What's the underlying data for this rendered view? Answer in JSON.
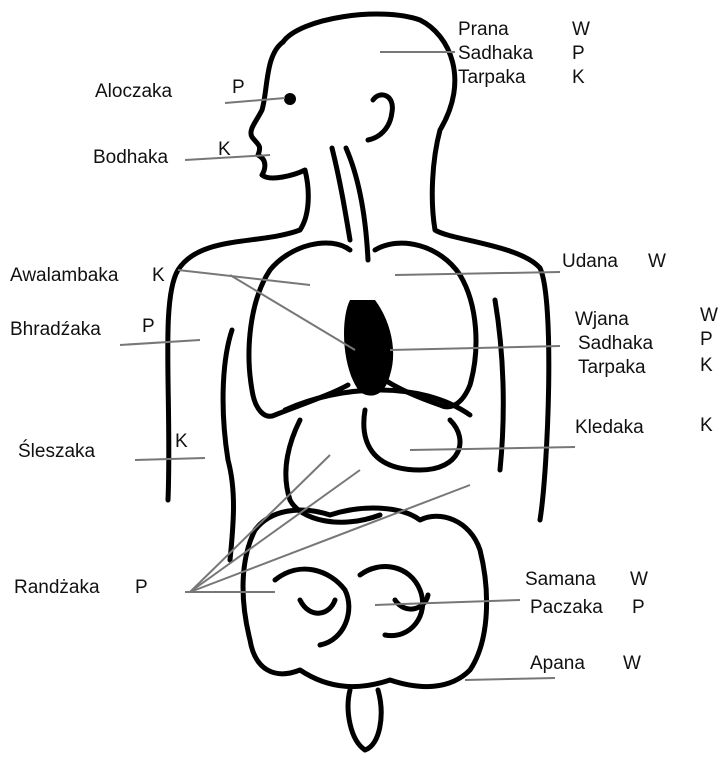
{
  "colors": {
    "outline": "#000000",
    "leader": "#777777",
    "text": "#111111",
    "background": "#ffffff"
  },
  "labels": {
    "prana": "Prana",
    "prana_dosha": "W",
    "sadhaka_head": "Sadhaka",
    "sadhaka_head_dosha": "P",
    "tarpaka_head": "Tarpaka",
    "tarpaka_head_dosha": "K",
    "aloczaka": "Aloczaka",
    "aloczaka_dosha": "P",
    "bodhaka": "Bodhaka",
    "bodhaka_dosha": "K",
    "awalambaka": "Awalambaka",
    "awalambaka_dosha": "K",
    "bhradzaka": "Bhradźaka",
    "bhradzaka_dosha": "P",
    "udana": "Udana",
    "udana_dosha": "W",
    "wjana": "Wjana",
    "wjana_dosha": "W",
    "sadhaka_heart": "Sadhaka",
    "sadhaka_heart_dosha": "P",
    "tarpaka_heart": "Tarpaka",
    "tarpaka_heart_dosha": "K",
    "sleszaka": "Śleszaka",
    "sleszaka_dosha": "K",
    "kledaka": "Kledaka",
    "kledaka_dosha": "K",
    "randzaka": "Randżaka",
    "randzaka_dosha": "P",
    "samana": "Samana",
    "samana_dosha": "W",
    "paczaka": "Paczaka",
    "paczaka_dosha": "P",
    "apana": "Apana",
    "apana_dosha": "W"
  }
}
